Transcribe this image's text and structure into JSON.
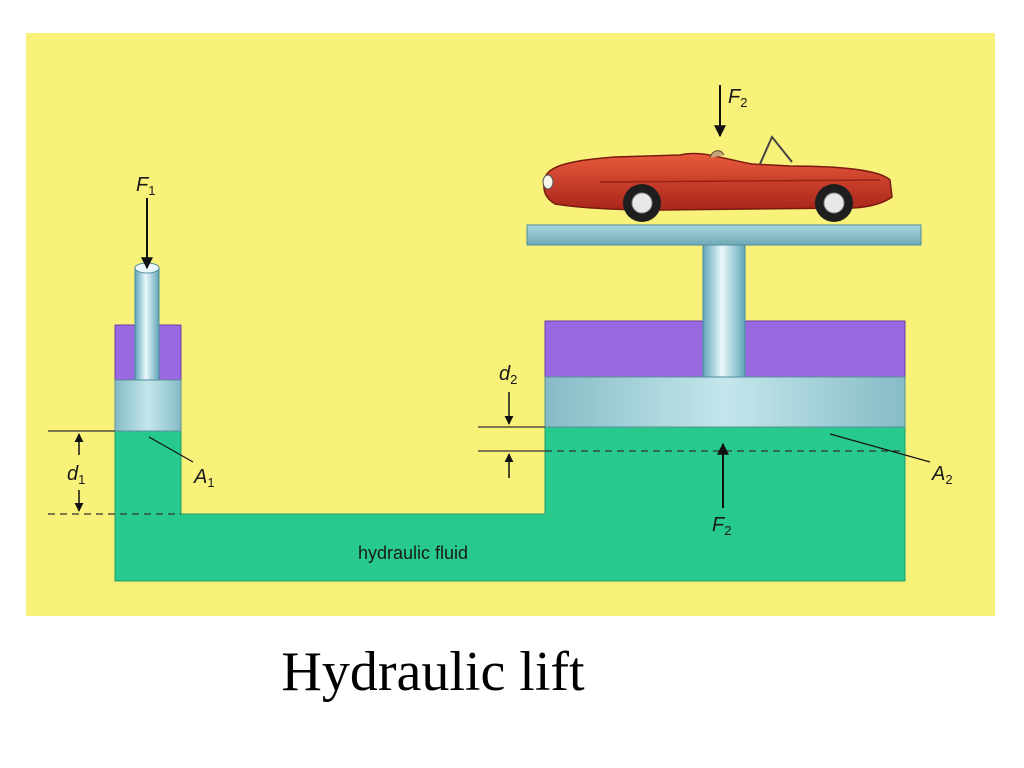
{
  "caption": "Hydraulic lift",
  "labels": {
    "fluid": "hydraulic fluid",
    "F1": {
      "main": "F",
      "sub": "1"
    },
    "F2_top": {
      "main": "F",
      "sub": "2"
    },
    "F2_bottom": {
      "main": "F",
      "sub": "2"
    },
    "A1": {
      "main": "A",
      "sub": "1"
    },
    "A2": {
      "main": "A",
      "sub": "2"
    },
    "d1": {
      "main": "d",
      "sub": "1"
    },
    "d2": {
      "main": "d",
      "sub": "2"
    }
  },
  "colors": {
    "background": "#f8f27a",
    "fluid": "#28c98d",
    "cylinder_top": "#9a68e0",
    "piston": "#93c8d0",
    "car_body": "#d43a22"
  }
}
